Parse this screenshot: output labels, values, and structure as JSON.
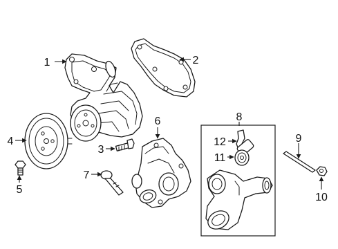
{
  "callouts": {
    "c1": "1",
    "c2": "2",
    "c3": "3",
    "c4": "4",
    "c5": "5",
    "c6": "6",
    "c7": "7",
    "c8": "8",
    "c9": "9",
    "c10": "10",
    "c11": "11",
    "c12": "12"
  },
  "parts": [
    "water-pump-housing",
    "gasket",
    "bolt",
    "pulley",
    "bolt",
    "thermostat-housing",
    "bolt",
    "thermostat-assembly",
    "stud",
    "nut",
    "thermostat",
    "seal"
  ],
  "colors": {
    "line": "#1a1a1a",
    "background": "#ffffff"
  }
}
